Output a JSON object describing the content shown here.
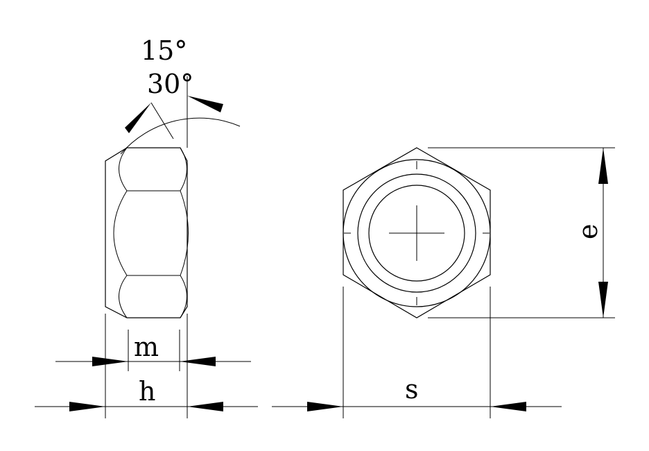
{
  "angles": {
    "top": "15°",
    "bottom": "30°"
  },
  "dimensions": {
    "m": "m",
    "h": "h",
    "s": "s",
    "e": "e"
  }
}
